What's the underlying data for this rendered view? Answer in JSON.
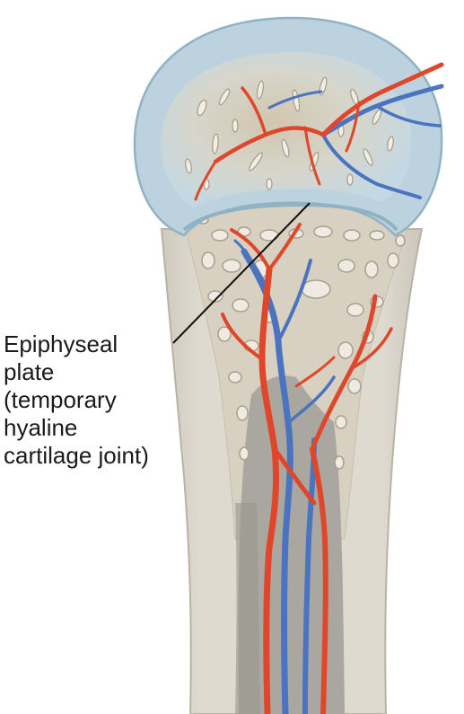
{
  "label": {
    "lines": [
      "Epiphyseal",
      "plate",
      "(temporary",
      "hyaline",
      "cartilage joint)"
    ]
  },
  "colors": {
    "cartilage_cap": "#bcd3df",
    "cartilage_edge": "#8fb2c5",
    "spongy_fill": "#d9cfbd",
    "compact_bone": "#d8d3c7",
    "medullary_cavity": "#aaa7a0",
    "artery": "#e0472a",
    "vein": "#4a73c0",
    "leader_line": "#111111"
  },
  "icons": [
    "bone-illustration"
  ]
}
